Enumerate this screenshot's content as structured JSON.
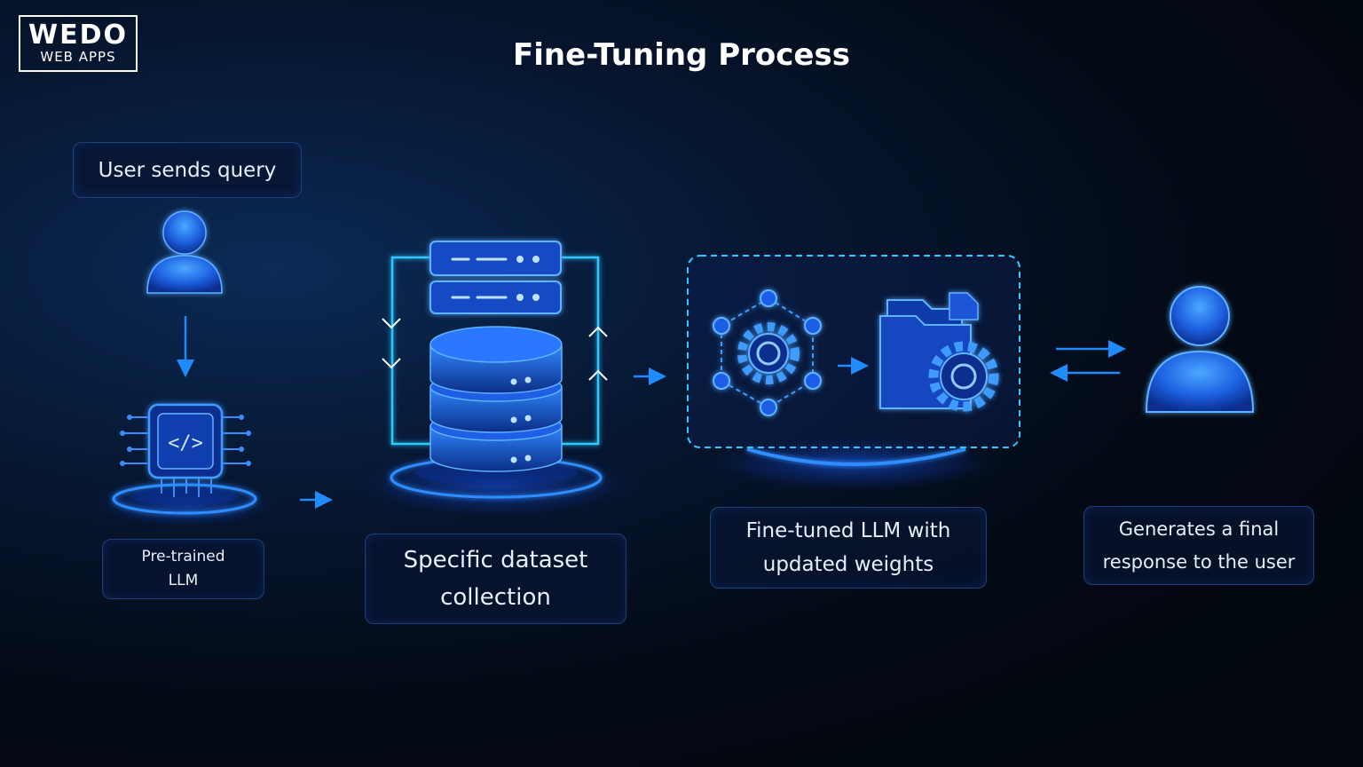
{
  "logo": {
    "line1": "WEDO",
    "line2": "WEB APPS"
  },
  "title": "Fine-Tuning Process",
  "steps": {
    "user_query": "User sends query",
    "pretrained_line1": "Pre-trained",
    "pretrained_line2": "LLM",
    "dataset_line1": "Specific dataset",
    "dataset_line2": "collection",
    "finetuned_line1": "Fine-tuned LLM with",
    "finetuned_line2": "updated weights",
    "response_line1": "Generates a final",
    "response_line2": "response to the user"
  },
  "icons": [
    "user-icon",
    "chip-icon",
    "server-icon",
    "database-icon",
    "network-gear-icon",
    "folder-gear-icon",
    "user-icon"
  ],
  "colors": {
    "accent": "#1e6bff",
    "glow": "#3aa0ff",
    "background": "#030913",
    "frame": "#2ec8ff"
  }
}
